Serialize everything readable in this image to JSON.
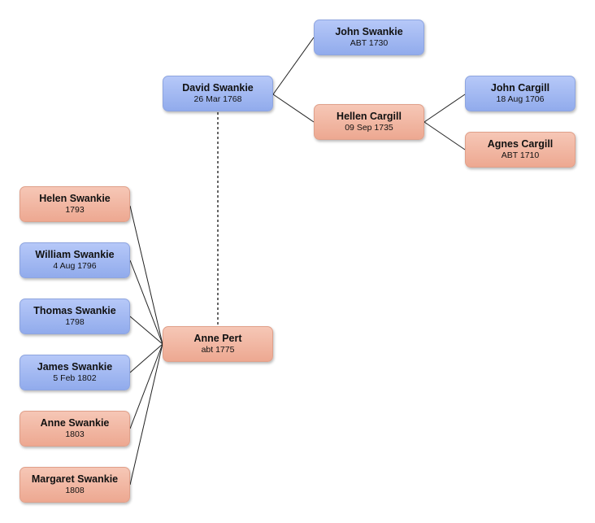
{
  "people": {
    "david": {
      "name": "David Swankie",
      "date": "26 Mar 1768",
      "sex": "male"
    },
    "john_s": {
      "name": "John Swankie",
      "date": "ABT 1730",
      "sex": "male"
    },
    "hellen": {
      "name": "Hellen Cargill",
      "date": "09 Sep 1735",
      "sex": "female"
    },
    "john_c": {
      "name": "John Cargill",
      "date": "18 Aug 1706",
      "sex": "male"
    },
    "agnes": {
      "name": "Agnes Cargill",
      "date": "ABT 1710",
      "sex": "female"
    },
    "anne_p": {
      "name": "Anne Pert",
      "date": "abt 1775",
      "sex": "female"
    },
    "helen": {
      "name": "Helen Swankie",
      "date": "1793",
      "sex": "female"
    },
    "william": {
      "name": "William Swankie",
      "date": "4 Aug 1796",
      "sex": "male"
    },
    "thomas": {
      "name": "Thomas Swankie",
      "date": "1798",
      "sex": "male"
    },
    "james": {
      "name": "James Swankie",
      "date": "5 Feb 1802",
      "sex": "male"
    },
    "anne_s": {
      "name": "Anne Swankie",
      "date": "1803",
      "sex": "female"
    },
    "margaret": {
      "name": "Margaret Swankie",
      "date": "1808",
      "sex": "female"
    }
  },
  "colors": {
    "male": "#9db5f0",
    "female": "#f0b49f",
    "line": "#222222",
    "spouse_line": "#666666"
  }
}
